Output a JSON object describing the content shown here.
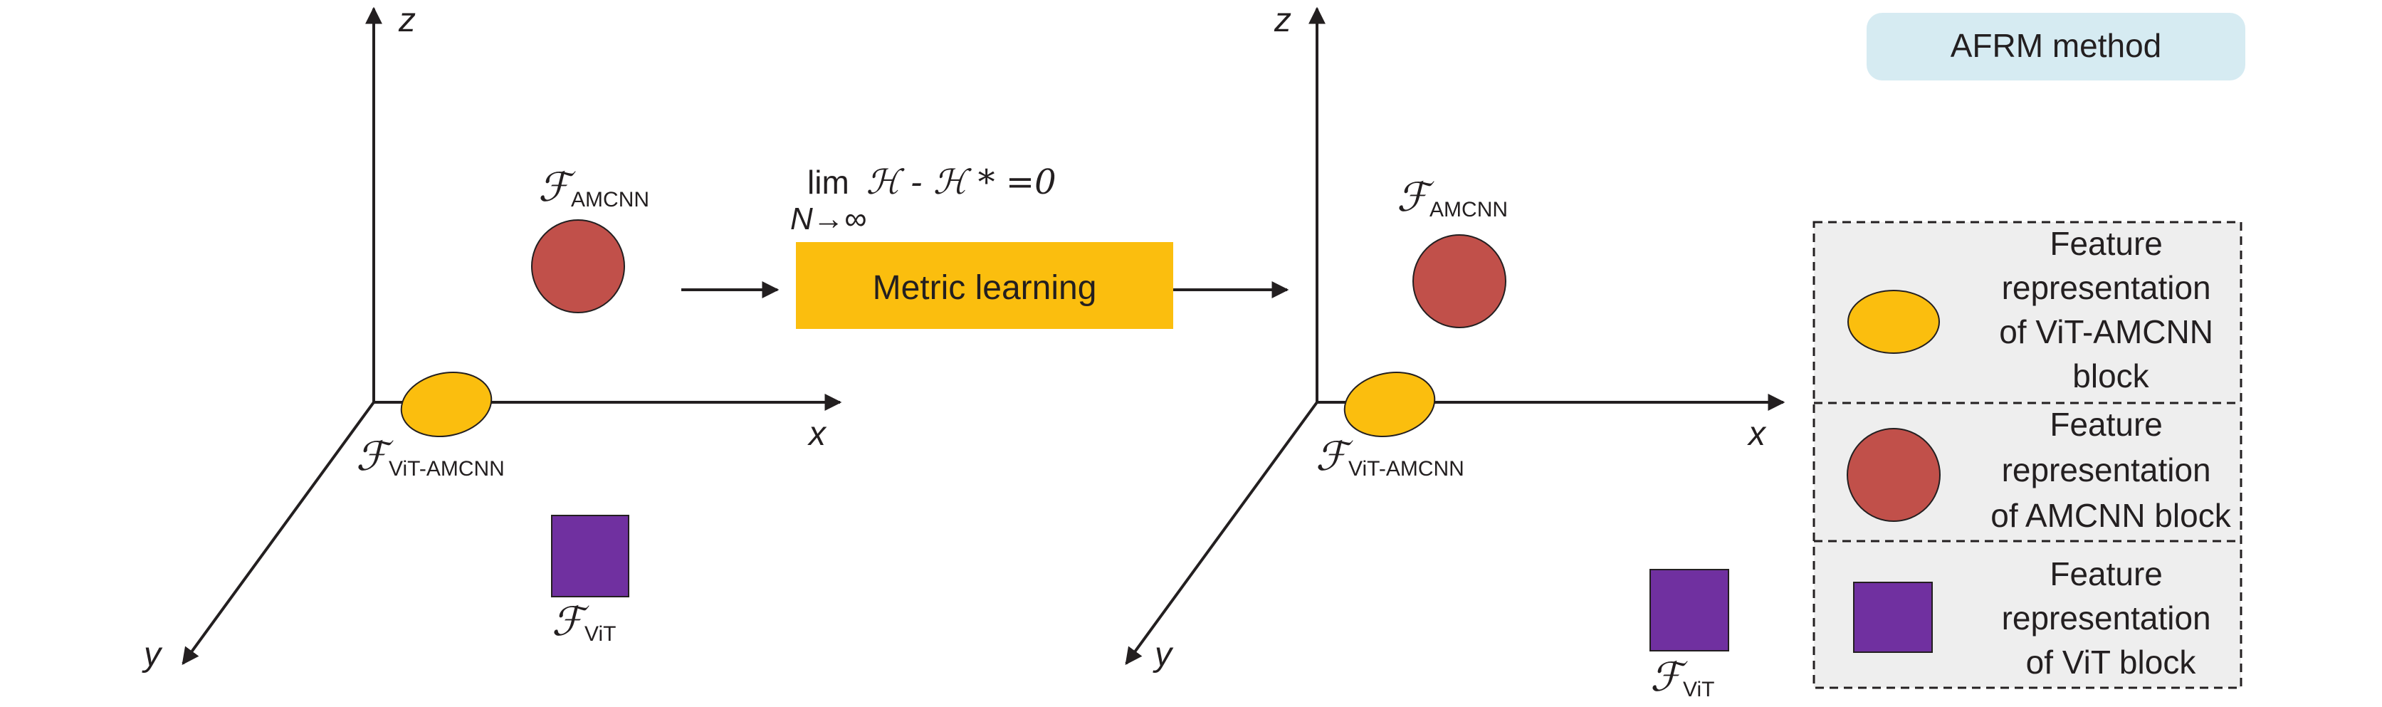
{
  "badge": {
    "label": "AFRM method",
    "color": "#d6ebf2"
  },
  "axes": {
    "x": "x",
    "y": "y",
    "z": "z"
  },
  "features": {
    "amcnn": {
      "symbol": "ℱ",
      "sub": "AMCNN",
      "color": "#c1504a"
    },
    "vit_amcnn": {
      "symbol": "ℱ",
      "sub": "ViT-AMCNN",
      "color": "#fbbe0e"
    },
    "vit": {
      "symbol": "ℱ",
      "sub": "ViT",
      "color": "#7030a0"
    }
  },
  "metric": {
    "box_label": "Metric learning",
    "box_color": "#fbbe0e",
    "formula_lim": "lim",
    "formula_body": "ℋ - ℋ * =0",
    "formula_sub": "N→∞"
  },
  "legend": {
    "background": "#eeeeee",
    "items": [
      {
        "lines": [
          "Feature",
          "representation",
          "of ViT-AMCNN",
          "block"
        ]
      },
      {
        "lines": [
          "Feature",
          "representation",
          "of AMCNN block"
        ]
      },
      {
        "lines": [
          "Feature",
          "representation",
          "of ViT block"
        ]
      }
    ]
  }
}
